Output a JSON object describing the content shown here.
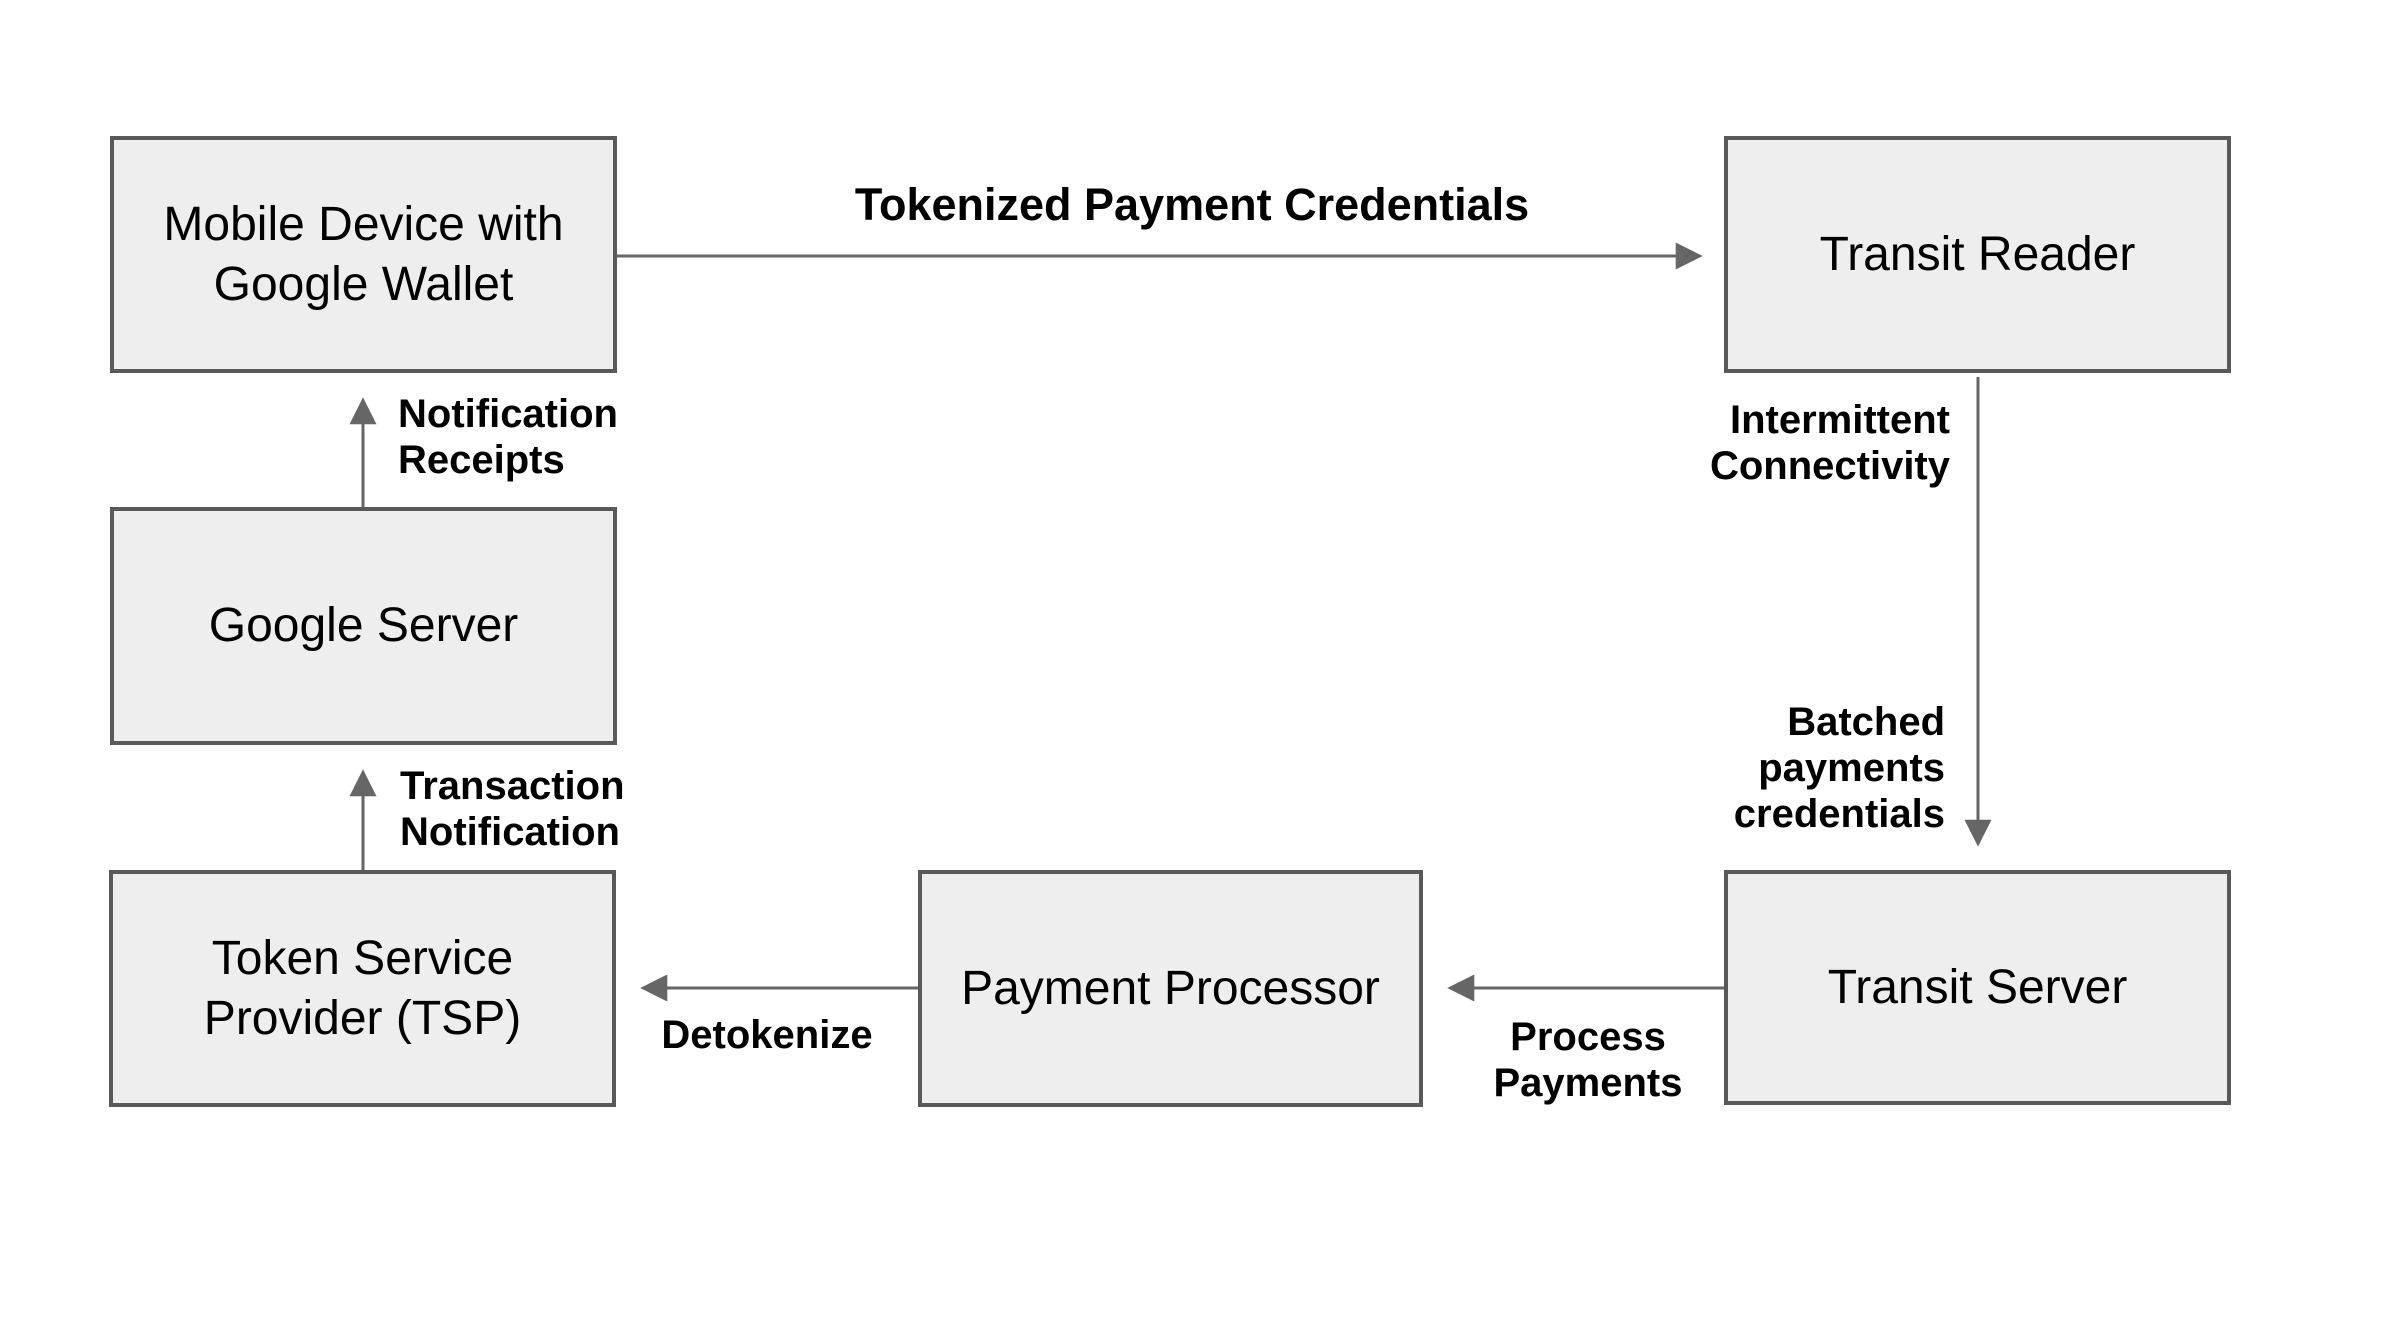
{
  "diagram": {
    "nodes": {
      "mobile_device": {
        "label": "Mobile Device with\nGoogle Wallet"
      },
      "transit_reader": {
        "label": "Transit Reader"
      },
      "google_server": {
        "label": "Google Server"
      },
      "tsp": {
        "label": "Token Service\nProvider (TSP)"
      },
      "payment_processor": {
        "label": "Payment Processor"
      },
      "transit_server": {
        "label": "Transit Server"
      }
    },
    "edges": {
      "tokenized": {
        "label": "Tokenized Payment Credentials"
      },
      "intermittent": {
        "label": "Intermittent\nConnectivity"
      },
      "batched": {
        "label": "Batched\npayments\ncredentials"
      },
      "process": {
        "label": "Process\nPayments"
      },
      "detokenize": {
        "label": "Detokenize"
      },
      "transaction": {
        "label": "Transaction\nNotification"
      },
      "receipts": {
        "label": "Notification\nReceipts"
      }
    },
    "colors": {
      "box_fill": "#eeeeee",
      "box_border": "#595959",
      "line": "#666666",
      "text": "#000000",
      "background": "#ffffff"
    }
  }
}
